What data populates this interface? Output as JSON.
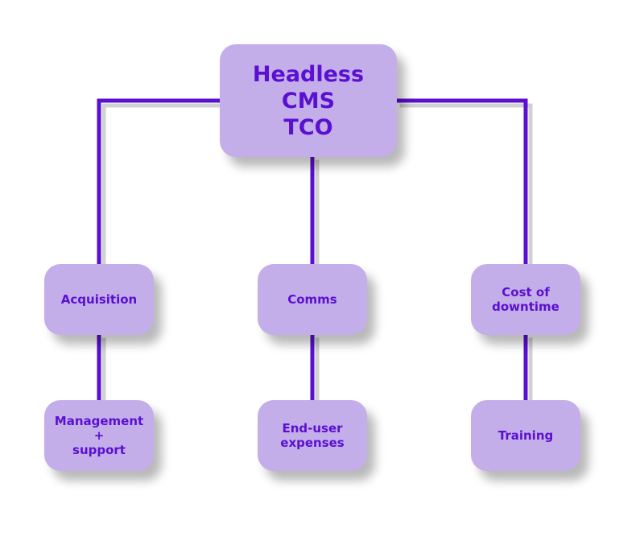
{
  "colors": {
    "node_fill": "#c4aee9",
    "connector": "#5a0fd2",
    "text": "#5a0fd2"
  },
  "diagram": {
    "root": {
      "label": "Headless CMS\nTCO"
    },
    "categories": [
      {
        "label": "Acquisition",
        "child": {
          "label": "Management +\nsupport"
        }
      },
      {
        "label": "Comms",
        "child": {
          "label": "End-user\nexpenses"
        }
      },
      {
        "label": "Cost of\ndowntime",
        "child": {
          "label": "Training"
        }
      }
    ]
  }
}
